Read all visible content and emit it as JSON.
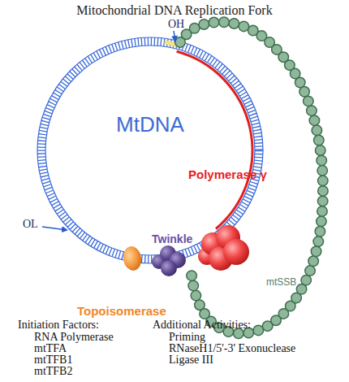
{
  "diagram": {
    "title": "Mitochondrial DNA Replication Fork",
    "nodes": [
      {
        "text": [
          "MtDNA"
        ]
      }
    ],
    "labels": [
      "OH",
      "OL",
      "Polymerase γ",
      "Twinkle",
      "Topoisomerase",
      "mtSSB",
      "Initiation Factors:",
      "RNA Polymerase",
      "mtTFA",
      "mtTFB1",
      "mtTFB2",
      "Additional Activities:",
      "Priming",
      "RNaseH1/5'-3' Exonuclease",
      "Ligase III"
    ]
  }
}
